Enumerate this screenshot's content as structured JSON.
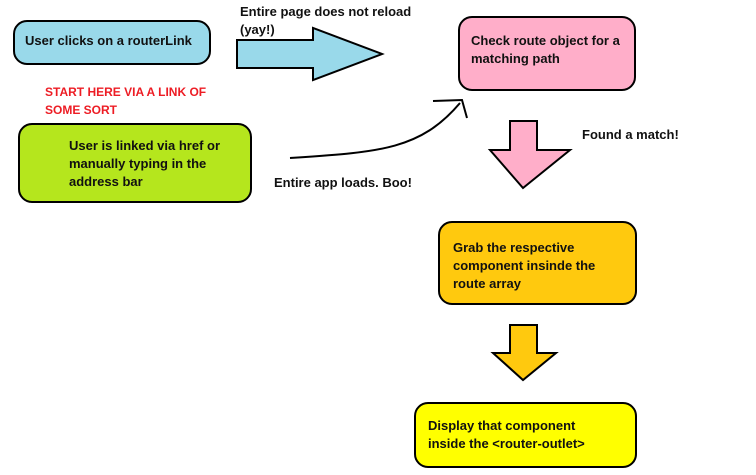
{
  "nodes": {
    "routerlink": "User clicks on a routerLink",
    "href": "User is linked via href or\nmanually typing in the\naddress bar",
    "check_route": "Check route object for a\nmatching path",
    "grab_component": "Grab the respective\ncomponent insinde the\nroute array",
    "display": "Display that component\ninside the <router-outlet>"
  },
  "labels": {
    "no_reload": "Entire page does not reload\n(yay!)",
    "start_here": "START HERE VIA A LINK OF\nSOME SORT",
    "found_match": "Found a match!",
    "app_loads": "Entire app loads. Boo!"
  },
  "colors": {
    "routerlink_box": "#99d9ea",
    "href_box": "#b5e61d",
    "check_route_box": "#ffaec9",
    "grab_component_box": "#ffc90e",
    "display_box": "#ffff00",
    "start_here_text": "#ed1c24",
    "arrow_blue": "#99d9ea",
    "arrow_pink": "#ffaec9",
    "arrow_orange": "#ffc90e"
  }
}
